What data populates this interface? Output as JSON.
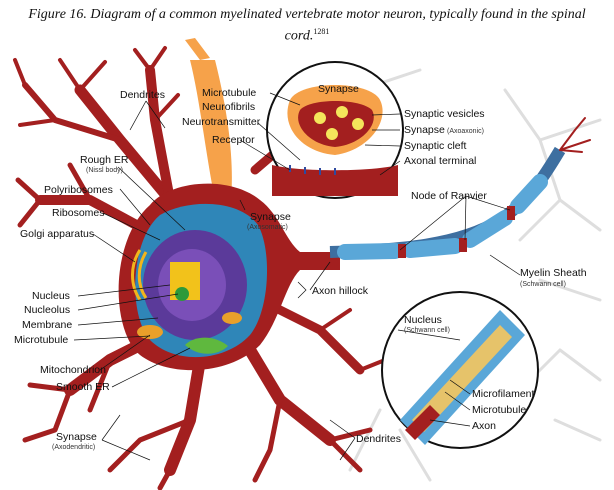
{
  "caption": {
    "prefix": "Figure 16.",
    "text": "Diagram of a common myelinated vertebrate motor neuron, typically found in the spinal cord.",
    "ref": "1281"
  },
  "labels": {
    "dendrites_top": "Dendrites",
    "rough_er": "Rough ER",
    "rough_er_sub": "(Nissl body)",
    "polyribosomes": "Polyribosomes",
    "ribosomes": "Ribosomes",
    "golgi": "Golgi apparatus",
    "nucleus": "Nucleus",
    "nucleolus": "Nucleolus",
    "membrane": "Membrane",
    "microtubule": "Microtubule",
    "mitochondrion": "Mitochondrion",
    "smooth_er": "Smooth ER",
    "synapse_axodendritic": "Synapse",
    "synapse_axodendritic_sub": "(Axodendritic)",
    "synapse_axosomatic": "Synapse",
    "synapse_axosomatic_sub": "(Axosomatic)",
    "microtubule_top": "Microtubule",
    "neurofibrils": "Neurofibrils",
    "neurotransmitter": "Neurotransmitter",
    "receptor": "Receptor",
    "synapse_inset": "Synapse",
    "synaptic_vesicles": "Synaptic vesicles",
    "synapse_axoaxonic": "Synapse",
    "synapse_axoaxonic_sub": "(Axoaxonic)",
    "synaptic_cleft": "Synaptic cleft",
    "axonal_terminal": "Axonal terminal",
    "node_of_ranvier": "Node of Ranvier",
    "myelin_sheath": "Myelin Sheath",
    "myelin_sheath_sub": "(Schwann cell)",
    "axon_hillock": "Axon hillock",
    "nucleus_schwann": "Nucleus",
    "nucleus_schwann_sub": "(Schwann cell)",
    "microfilament": "Microfilament",
    "microtubule_axon": "Microtubule",
    "axon": "Axon",
    "dendrites_bottom": "Dendrites"
  },
  "colors": {
    "neuron": "#a31f1f",
    "neuron_dark": "#7d1414",
    "cytoplasm": "#2f86b8",
    "nucleus": "#5b3a9a",
    "nucleolus": "#f2c21b",
    "myelin": "#5aa7d8",
    "synapse_orange": "#f6a24a",
    "vesicle": "#f4e65b",
    "background_cells": "#dcdcdc"
  }
}
